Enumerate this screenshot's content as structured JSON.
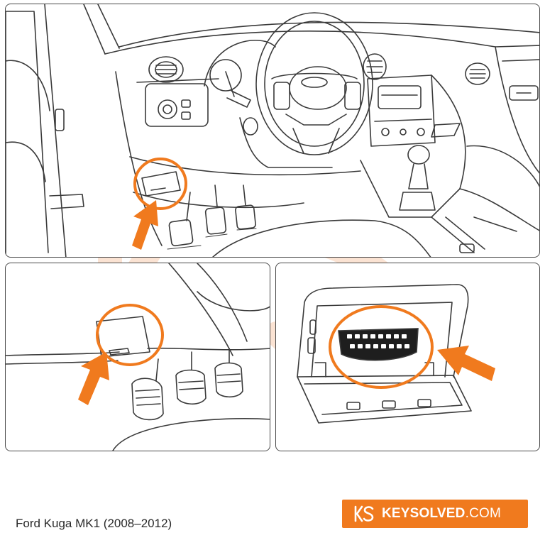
{
  "caption": "Ford Kuga MK1 (2008–2012)",
  "brand": {
    "name_bold": "KEYSOLVED",
    "name_light": ".COM",
    "logo_text": "KS"
  },
  "colors": {
    "accent": "#f07a1e",
    "line": "#3a3a3a",
    "watermark": "#fbe3d3",
    "background": "#ffffff"
  },
  "panels": [
    {
      "view": "driver-side dashboard overview",
      "marker": "orange circle + arrow on fuse panel below steering column"
    },
    {
      "view": "close-up of panel above pedals",
      "marker": "orange circle + arrow on panel"
    },
    {
      "view": "panel opened showing OBD2 port",
      "marker": "orange circle + arrow on port"
    }
  ],
  "icons": [
    "orange-arrow-icon",
    "highlight-circle-icon",
    "obd-port-icon",
    "keysolved-logo-icon"
  ]
}
